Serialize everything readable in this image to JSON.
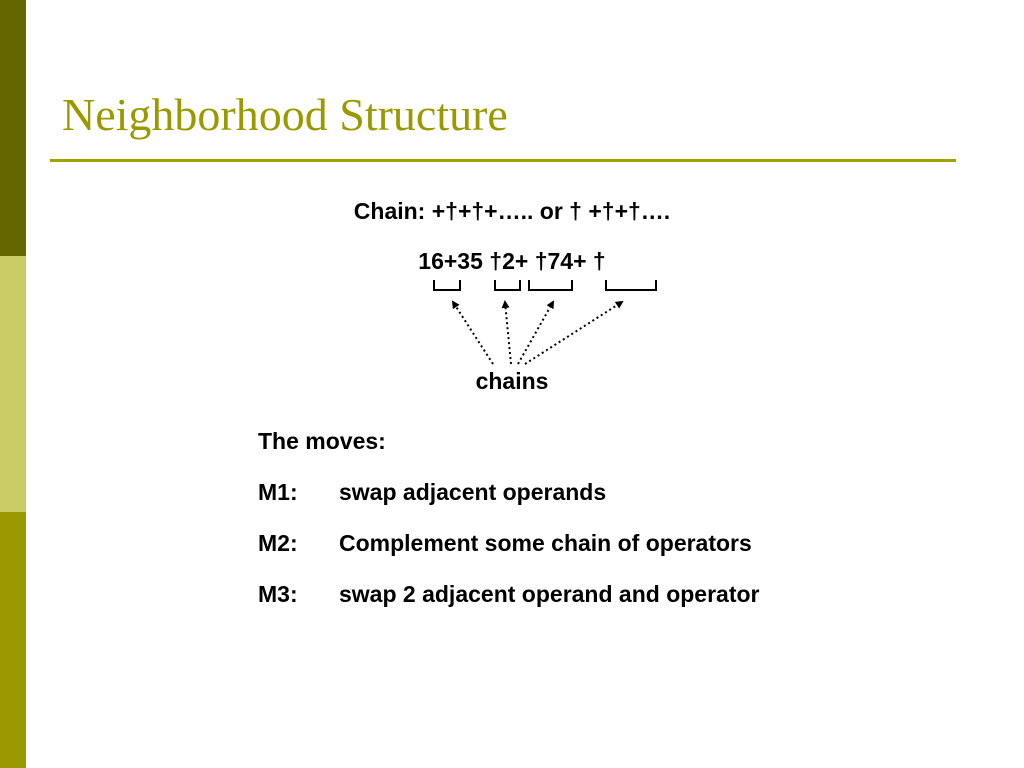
{
  "colors": {
    "title": "#9a9a00",
    "rule": "#a1a100",
    "sidebar_top": "#666600",
    "sidebar_middle": "#cccc66",
    "sidebar_bottom": "#999900",
    "text": "#000000"
  },
  "slide": {
    "title": "Neighborhood Structure",
    "chain_definition": "Chain: +†+†+….. or † +†+†….",
    "example_expression": "16+35 †2+ †74+ †",
    "chains_label": "chains",
    "moves_heading": "The moves:",
    "moves": [
      {
        "id": "M1:",
        "text": "swap adjacent operands"
      },
      {
        "id": "M2:",
        "text": "Complement some chain of operators"
      },
      {
        "id": "M3:",
        "text": "swap 2 adjacent operand and operator"
      }
    ]
  }
}
